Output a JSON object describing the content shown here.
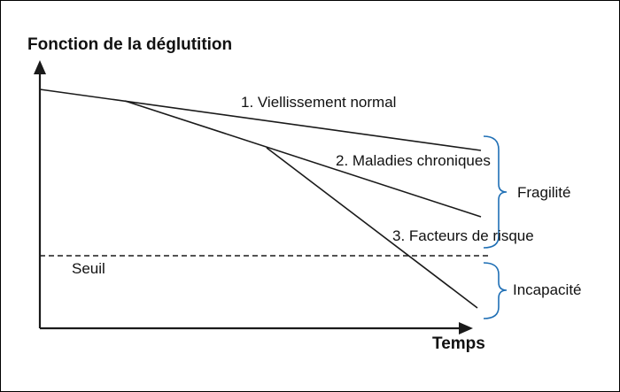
{
  "diagram": {
    "y_axis_label": "Fonction de la déglutition",
    "x_axis_label": "Temps",
    "curves": [
      {
        "label": "1. Viellissement normal"
      },
      {
        "label": "2. Maladies chroniques"
      },
      {
        "label": "3. Facteurs de risque"
      }
    ],
    "threshold_label": "Seuil",
    "zones": {
      "upper": "Fragilité",
      "lower": "Incapacité"
    },
    "colors": {
      "lines": "#1a1a1a",
      "brace": "#1f6fb5"
    }
  }
}
